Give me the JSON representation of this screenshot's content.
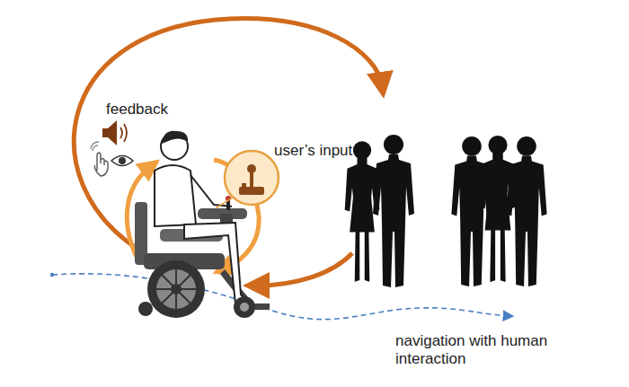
{
  "diagram": {
    "labels": [
      "feedback",
      "user’s input",
      "navigation with human interaction"
    ]
  }
}
